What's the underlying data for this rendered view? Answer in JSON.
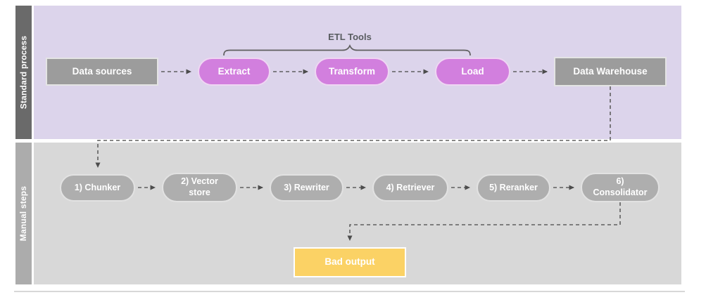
{
  "diagram_title": "ETL standard process vs manual steps flow",
  "colors": {
    "lane_standard_bg": "#dcd4eb",
    "lane_manual_bg": "#d8d8d8",
    "bar_standard": "#6a6a6a",
    "bar_manual": "#acacac",
    "node_gray": "#9c9c9c",
    "pill_gray": "#aeaeae",
    "pill_purple": "#d27fde",
    "bad_output_yellow": "#fbd265",
    "connector_dash": "#5f5f5f",
    "etl_label_text": "#595c60"
  },
  "lanes": [
    {
      "label": "Standard process"
    },
    {
      "label": "Manual steps"
    }
  ],
  "standard": {
    "etl_tools_label": "ETL Tools",
    "data_sources": "Data sources",
    "extract": "Extract",
    "transform": "Transform",
    "load": "Load",
    "data_warehouse": "Data Warehouse"
  },
  "manual": {
    "steps": [
      {
        "label": "1) Chunker"
      },
      {
        "label": "2) Vector store"
      },
      {
        "label": "3) Rewriter"
      },
      {
        "label": "4) Retriever"
      },
      {
        "label": "5) Reranker"
      },
      {
        "label": "6) Consolidator"
      }
    ],
    "bad_output": "Bad output"
  }
}
